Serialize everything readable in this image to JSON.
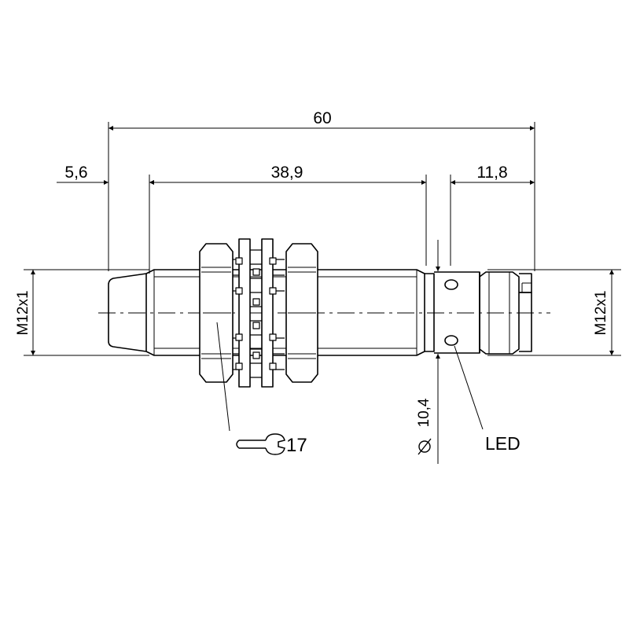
{
  "dimensions": {
    "overall_length": "60",
    "left_offset": "5,6",
    "thread_length": "38,9",
    "right_length": "11,8",
    "diameter": "10,4",
    "thread_left": "M12x1",
    "thread_right": "M12x1",
    "wrench_size": "17",
    "led_label": "LED"
  },
  "colors": {
    "line": "#000000",
    "background": "#ffffff"
  },
  "icons": {
    "wrench": "wrench-icon",
    "diameter": "diameter-symbol-icon"
  }
}
